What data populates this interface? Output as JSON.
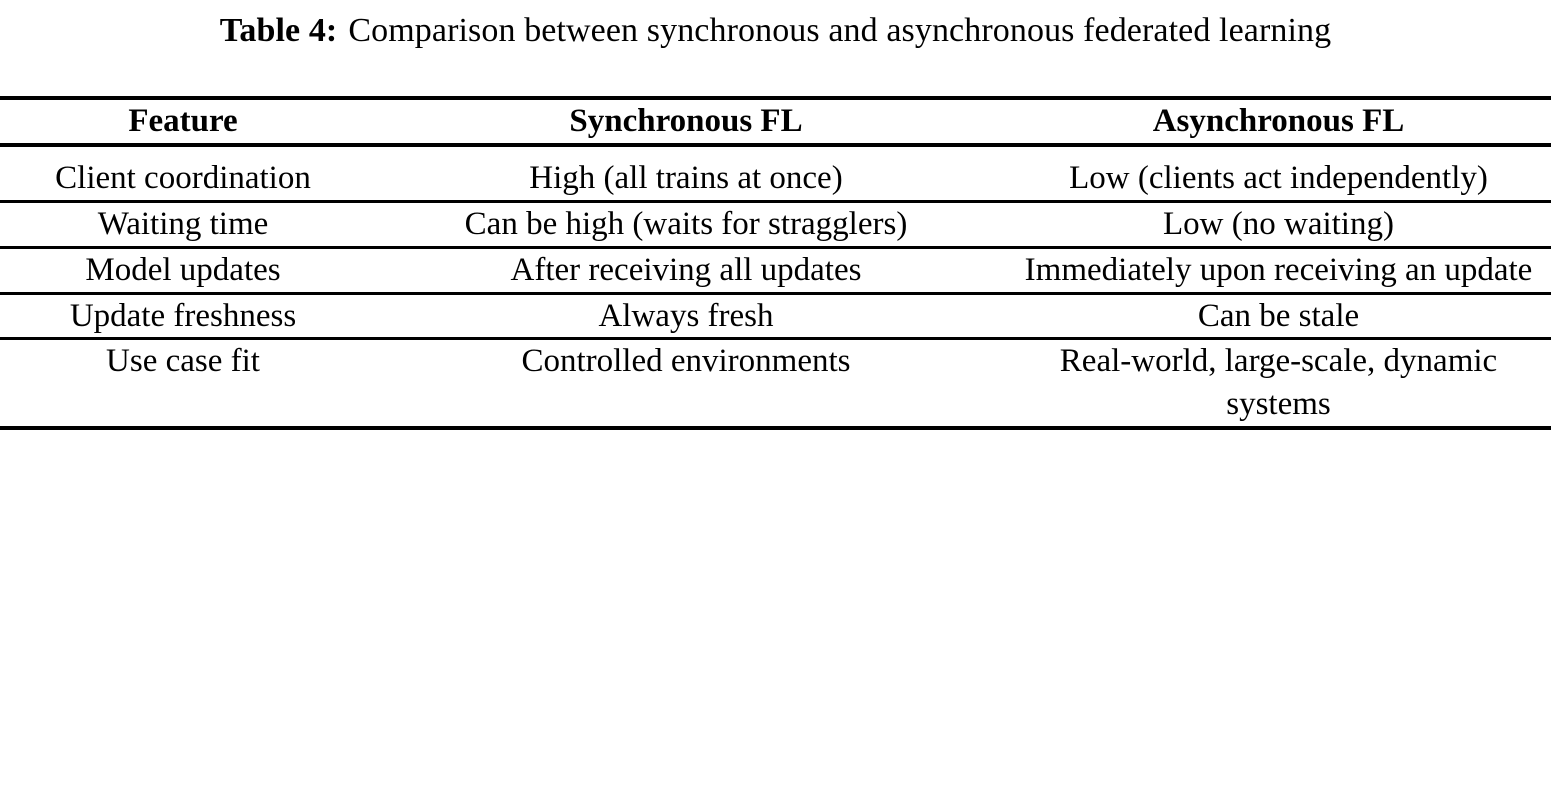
{
  "caption": {
    "label": "Table 4:",
    "text": "Comparison between synchronous and asynchronous federated learning"
  },
  "table": {
    "columns": [
      {
        "key": "feature",
        "header": "Feature"
      },
      {
        "key": "sync",
        "header": "Synchronous FL"
      },
      {
        "key": "async",
        "header": "Asynchronous FL"
      }
    ],
    "rows": [
      {
        "feature": "Client coordination",
        "sync": "High (all trains at once)",
        "async": "Low (clients act independently)"
      },
      {
        "feature": "Waiting time",
        "sync": "Can be high (waits for stragglers)",
        "async": "Low (no waiting)"
      },
      {
        "feature": "Model updates",
        "sync": "After receiving all updates",
        "async": "Immediately upon receiving an update"
      },
      {
        "feature": "Update freshness",
        "sync": "Always fresh",
        "async": "Can be stale"
      },
      {
        "feature": "Use case fit",
        "sync": "Controlled environments",
        "async": "Real-world, large-scale, dynamic systems"
      }
    ]
  },
  "style": {
    "text_color": "#000000",
    "background_color": "#ffffff",
    "rule_color": "#000000"
  }
}
